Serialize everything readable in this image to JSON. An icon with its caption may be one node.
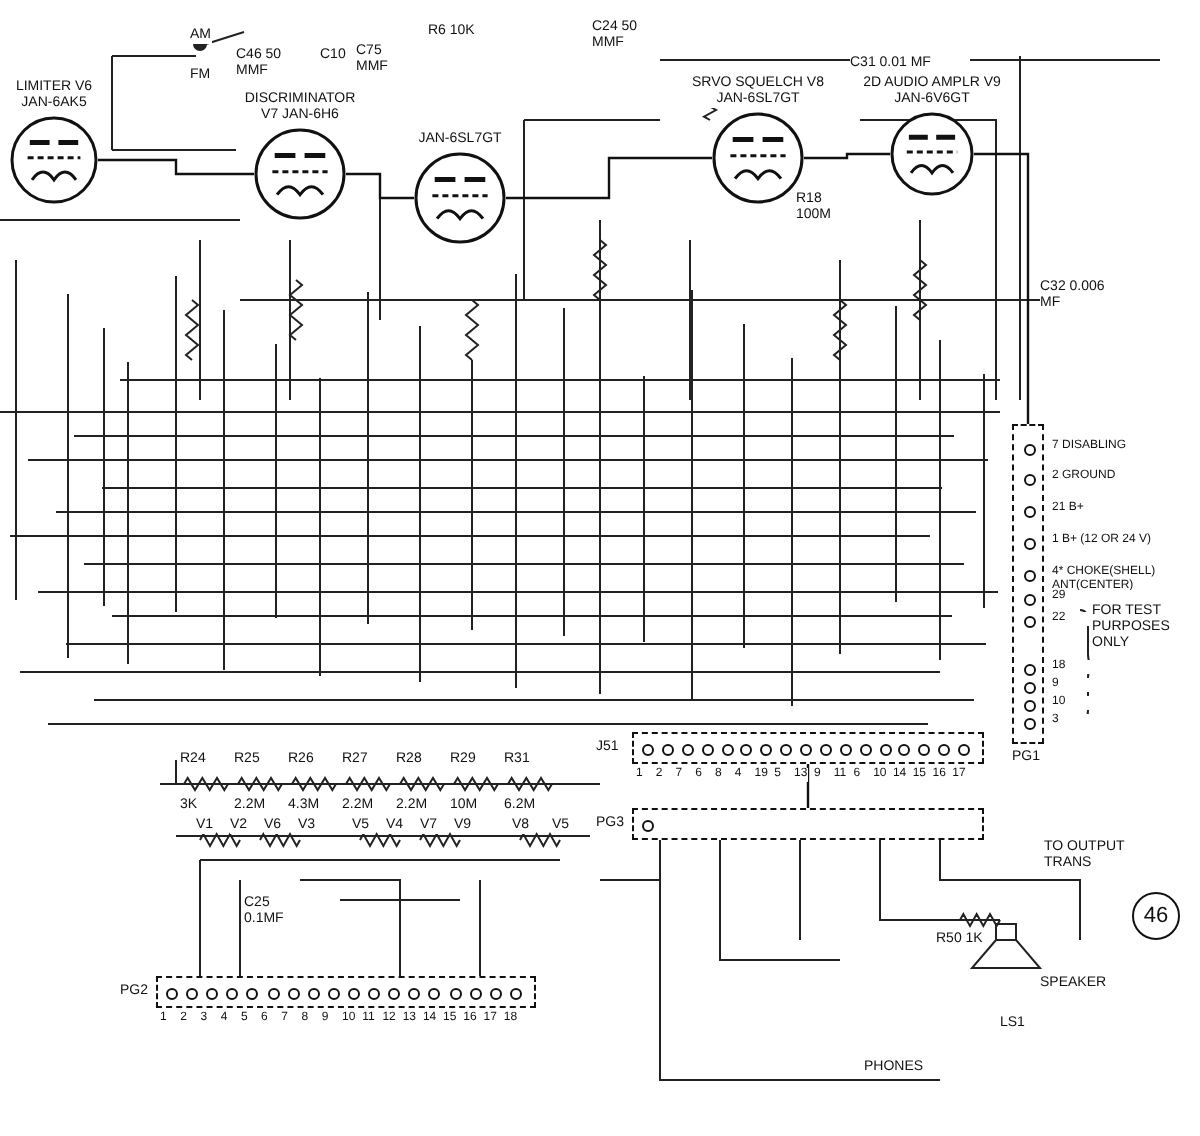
{
  "diagram": {
    "nodes": [
      {
        "text": [
          "LIMITER V6 JAN-6AK5"
        ]
      },
      {
        "text": [
          "DISCRIMINATOR V7 JAN-6H6"
        ]
      },
      {
        "text": [
          "JAN-6SL7GT"
        ]
      },
      {
        "text": [
          "SRVO SQUELCH V8 JAN-6SL7GT"
        ]
      },
      {
        "text": [
          "2D AUDIO AMPLR V9 JAN-6V6GT"
        ]
      },
      {
        "text": [
          "PG1"
        ],
        "beside": [
          "7 DISABLING",
          "2 GROUND",
          "21 B+",
          "1 B+ (12 OR 24 V)",
          "4* CHOKE(SHELL) ANT(CENTER)",
          "29",
          "22",
          "18",
          "9",
          "10",
          "3"
        ]
      },
      {
        "text": [
          "J51"
        ],
        "beside": [
          "1",
          "2",
          "7",
          "6",
          "8",
          "4",
          "19",
          "5",
          "13",
          "9",
          "11",
          "6",
          "10",
          "14",
          "15",
          "16",
          "17"
        ]
      },
      {
        "text": [
          "PG3"
        ]
      },
      {
        "text": [
          "PG2"
        ],
        "beside": [
          "1",
          "2",
          "3",
          "4",
          "5",
          "6",
          "7",
          "8",
          "9",
          "10",
          "11",
          "12",
          "13",
          "14",
          "15",
          "16",
          "17",
          "18"
        ]
      }
    ],
    "edges": [
      {
        "from": 0,
        "to": 1,
        "arrow": "none"
      },
      {
        "from": 1,
        "to": 2,
        "arrow": "none"
      },
      {
        "from": 2,
        "to": 3,
        "arrow": "none"
      },
      {
        "from": 3,
        "to": 4,
        "arrow": "none"
      },
      {
        "from": 4,
        "to": 5,
        "arrow": "none"
      },
      {
        "from": 6,
        "to": 7,
        "arrow": "none"
      }
    ],
    "labels": [
      "AM",
      "FM",
      "C46 50 MMF",
      "C10",
      "C75 MMF",
      "R6 10K",
      "C24 50 MMF",
      "C31 0.01 MF",
      "R18 100M",
      "C32 0.006 MF",
      "FOR TEST PURPOSES ONLY",
      "R24",
      "R25",
      "R26",
      "R27",
      "R28",
      "R29",
      "R31",
      "3K",
      "2.2M",
      "4.3M",
      "2.2M",
      "2.2M",
      "10M",
      "6.2M",
      "V1",
      "V2",
      "V6",
      "V3",
      "V5",
      "V4",
      "V7",
      "V9",
      "V8",
      "V5",
      "C25 0.1MF",
      "TO OUTPUT TRANS",
      "R50 1K",
      "SPEAKER",
      "LS1",
      "PHONES",
      "46"
    ]
  }
}
